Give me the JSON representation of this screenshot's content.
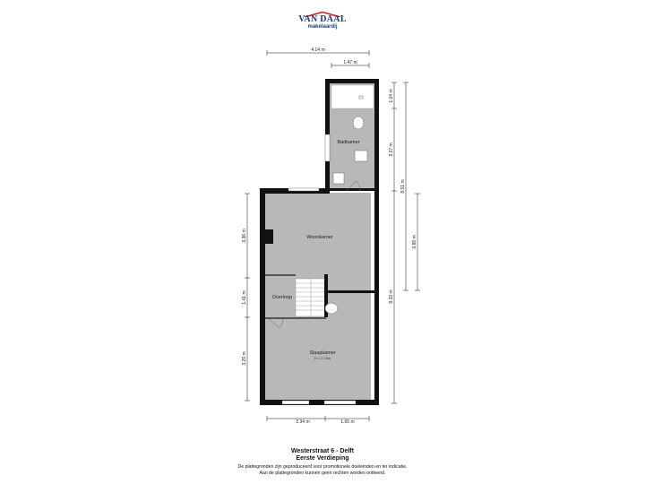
{
  "logo": {
    "name": "VAN DAAL",
    "tagline": "makelaardij",
    "color": "#1f3a6d",
    "accent": "#c0272d"
  },
  "dimensions": {
    "top_total": "4.14 m",
    "top_partial": "1.47 m",
    "right_1": "1.04 m",
    "right_2": "3.27 m",
    "right_3": "8.51 m",
    "right_4": "3.88 m",
    "right_5": "8.33 m",
    "left_1": "3.36 m",
    "left_2": "1.41 m",
    "left_3": "3.29 m",
    "bottom_1": "2.34 m",
    "bottom_2": "1.65 m"
  },
  "rooms": {
    "badkamer": "Badkamer",
    "woonkamer": "Woonkamer",
    "overloop": "Overloop",
    "slaapkamer": "Slaapkamer",
    "slaapkamer_height": "H = 2.74m"
  },
  "footer": {
    "title": "Westerstraat 6 - Delft",
    "subtitle": "Eerste Verdieping",
    "note1": "De plattegronden zijn geproduceerd voor promotionele doeleinden en ter indicatie.",
    "note2": "Aan de plattegronden kunnen geen rechten worden ontleend."
  },
  "colors": {
    "wall": "#111111",
    "floor": "#b8b8b8",
    "window": "#cfd8dc"
  }
}
